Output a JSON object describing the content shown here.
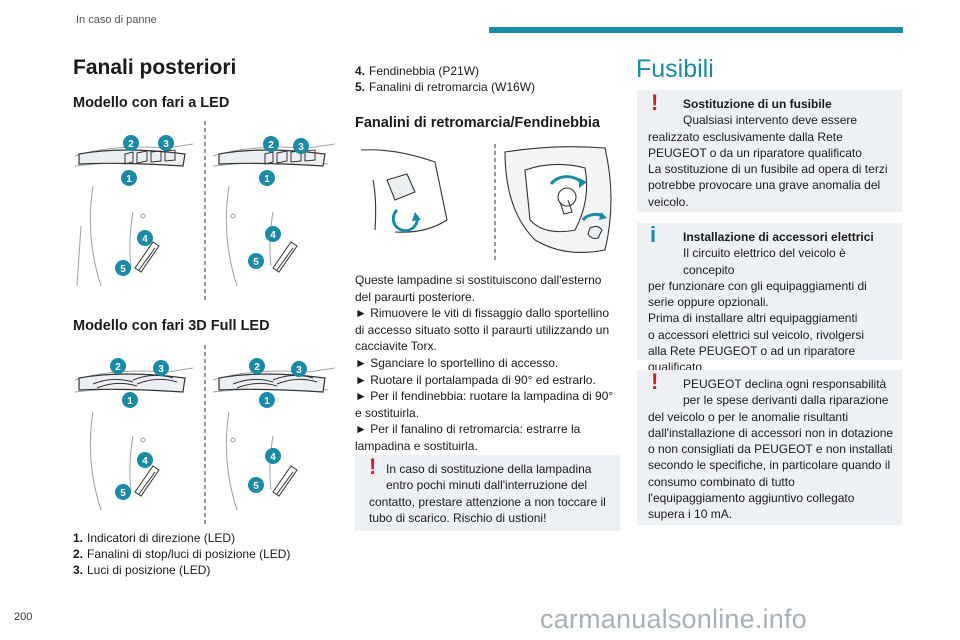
{
  "header": {
    "section": "In caso di panne",
    "page_number": "200",
    "watermark": "carmanualsonline.info",
    "accent_color": "#1a8aa6"
  },
  "left": {
    "title": "Fanali posteriori",
    "sub_led": "Modello con fari a LED",
    "sub_3d": "Modello con fari 3D Full LED",
    "list": [
      {
        "n": "1.",
        "text": "Indicatori di direzione (LED)"
      },
      {
        "n": "2.",
        "text": "Fanalini di stop/luci di posizione (LED)"
      },
      {
        "n": "3.",
        "text": "Luci di posizione (LED)"
      }
    ]
  },
  "middle": {
    "list": [
      {
        "n": "4.",
        "text": "Fendinebbia (P21W)"
      },
      {
        "n": "5.",
        "text": "Fanalini di retromarcia (W16W)"
      }
    ],
    "subtitle": "Fanalini di retromarcia/Fendinebbia",
    "lines": [
      "Queste lampadine si sostituiscono dall'esterno",
      "del paraurti posteriore.",
      "► Rimuovere le viti di fissaggio dallo sportellino",
      "di accesso situato sotto il paraurti utilizzando un",
      "cacciavite Torx.",
      "► Sganciare lo sportellino di accesso.",
      "► Ruotare il portalampada di 90° ed estrarlo.",
      "► Per il fendinebbia: ruotare la lampadina di 90°",
      "e sostituirla.",
      "► Per il fanalino di retromarcia: estrarre la",
      "lampadina e sostituirla."
    ],
    "warning_lines": [
      "In caso di sostituzione della lampadina",
      "entro pochi minuti dall'interruzione del",
      "contatto, prestare attenzione a non toccare il",
      "tubo di scarico. Rischio di ustioni!"
    ]
  },
  "right": {
    "title": "Fusibili",
    "box1_title": "Sostituzione di un fusibile",
    "box1_lines": [
      "Qualsiasi intervento deve essere",
      "realizzato esclusivamente dalla Rete",
      "PEUGEOT o da un riparatore qualificato",
      "La sostituzione di un fusibile ad opera di terzi",
      "potrebbe provocare una grave anomalia del",
      "veicolo."
    ],
    "box2_title": "Installazione di accessori elettrici",
    "box2_lines": [
      "Il circuito elettrico del veicolo è concepito",
      "per funzionare con gli equipaggiamenti di",
      "serie oppure opzionali.",
      "Prima di installare altri equipaggiamenti",
      "o accessori elettrici sul veicolo, rivolgersi",
      "alla Rete PEUGEOT o ad un riparatore",
      "qualificato."
    ],
    "box3_lines": [
      "PEUGEOT declina ogni responsabilità",
      "per le spese derivanti dalla riparazione",
      "del veicolo o per le anomalie risultanti",
      "dall'installazione di accessori non in dotazione",
      "o non consigliati da PEUGEOT e non installati",
      "secondo le specifiche, in particolare quando il",
      "consumo combinato di tutto",
      "l'equipaggiamento aggiuntivo collegato",
      "supera i 10 mA."
    ]
  },
  "figures": {
    "callouts_a": [
      "1",
      "2",
      "3",
      "4",
      "5"
    ],
    "callouts_b": [
      "1",
      "2",
      "3",
      "4",
      "5"
    ],
    "callouts_c": [
      "1",
      "2",
      "3",
      "4",
      "5"
    ],
    "callouts_d": [
      "1",
      "2",
      "3",
      "4",
      "5"
    ]
  }
}
